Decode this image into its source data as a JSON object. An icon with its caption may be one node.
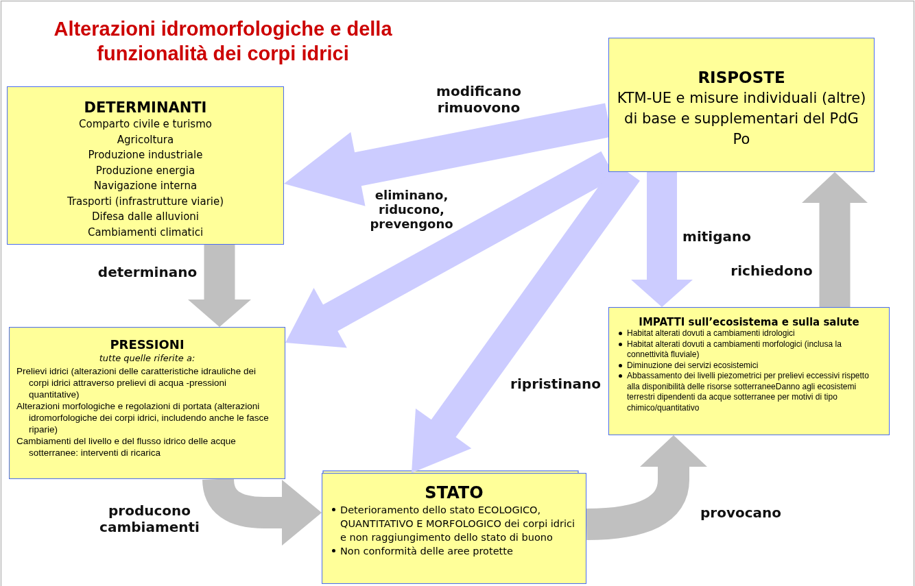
{
  "diagram": {
    "title": "Alterazioni idromorfologiche e della funzionalità dei corpi idrici",
    "nodes": [
      {
        "text": [
          "DETERMINANTI",
          "Comparto civile e turismo",
          "Agricoltura",
          "Produzione industriale",
          "Produzione energia",
          "Navigazione interna",
          "Trasporti (infrastrutture viarie)",
          "Difesa dalle alluvioni",
          "Cambiamenti climatici"
        ]
      },
      {
        "text": [
          "RISPOSTE",
          "KTM-UE e misure individuali (altre) di base e supplementari del PdG Po"
        ]
      },
      {
        "text": [
          "PRESSIONI",
          "tutte quelle riferite a:",
          "Prelievi idrici (alterazioni delle caratteristiche idrauliche dei corpi idrici attraverso prelievi di acqua -pressioni quantitative)",
          "Alterazioni morfologiche e regolazioni di portata (alterazioni idromorfologiche dei corpi idrici, includendo anche le fasce riparie)",
          "Cambiamenti del livello e del flusso idrico delle acque sotterranee: interventi di ricarica"
        ]
      },
      {
        "text": [
          "STATO",
          "Deterioramento dello stato ECOLOGICO, QUANTITATIVO E MORFOLOGICO dei corpi idrici e non raggiungimento dello stato di buono",
          "Non conformità delle aree protette"
        ]
      },
      {
        "text": [
          "IMPATTI sull’ecosistema e sulla salute",
          "Habitat alterati dovuti a cambiamenti idrologici",
          "Habitat alterati dovuti a cambiamenti morfologici (inclusa la connettività fluviale)",
          "Diminuzione dei servizi ecosistemici",
          "Abbassamento dei livelli piezometrici per prelievi eccessivi rispetto alla disponibilità delle risorse sotterraneeDanno agli ecosistemi terrestri dipendenti da acque sotterranee per motivi di tipo chimico/quantitativo"
        ]
      }
    ],
    "edges": [
      {
        "from": 0,
        "to": 2,
        "arrow": "to",
        "label": "determinano",
        "style": "thick"
      },
      {
        "from": 1,
        "to": 0,
        "arrow": "to",
        "label": "modificano rimuovono",
        "style": "thick",
        "color": "#ccccff"
      },
      {
        "from": 1,
        "to": 2,
        "arrow": "to",
        "label": "eliminano, riducono, prevengono",
        "style": "thick",
        "color": "#ccccff"
      },
      {
        "from": 1,
        "to": 3,
        "arrow": "to",
        "label": "ripristinano",
        "style": "thick",
        "color": "#ccccff"
      },
      {
        "from": 1,
        "to": 4,
        "arrow": "to",
        "label": "mitigano",
        "style": "thick",
        "color": "#ccccff"
      },
      {
        "from": 2,
        "to": 3,
        "arrow": "to",
        "label": "producono cambiamenti",
        "style": "thick"
      },
      {
        "from": 3,
        "to": 4,
        "arrow": "to",
        "label": "provocano",
        "style": "thick"
      },
      {
        "from": 4,
        "to": 1,
        "arrow": "to",
        "label": "richiedono",
        "style": "thick"
      }
    ]
  }
}
